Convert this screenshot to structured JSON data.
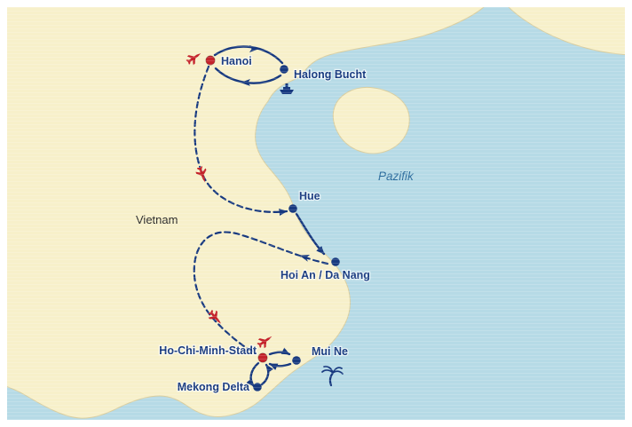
{
  "map": {
    "region_labels": {
      "country": "Vietnam",
      "ocean": "Pazifik"
    },
    "cities": {
      "hanoi": {
        "label": "Hanoi",
        "marker_color": "red"
      },
      "halong": {
        "label": "Halong Bucht",
        "marker_color": "blue"
      },
      "hue": {
        "label": "Hue",
        "marker_color": "blue"
      },
      "hoian_danang": {
        "label": "Hoi An / Da Nang",
        "marker_color": "blue"
      },
      "mui_ne": {
        "label": "Mui Ne",
        "marker_color": "blue"
      },
      "ho_chi_minh": {
        "label": "Ho-Chi-Minh-Stadt",
        "marker_color": "red"
      },
      "mekong_delta": {
        "label": "Mekong Delta",
        "marker_color": "blue"
      }
    },
    "icons": [
      "plane-icon",
      "ship-icon",
      "palm-tree-icon"
    ],
    "colors": {
      "sea": "#b6dae6",
      "land": "#f7f0ca",
      "land_outline": "#d9cea0",
      "route_blue": "#17397f",
      "flight_red": "#c4232b",
      "ocean_label": "#2d6d9e",
      "frame": "#ffffff"
    }
  }
}
